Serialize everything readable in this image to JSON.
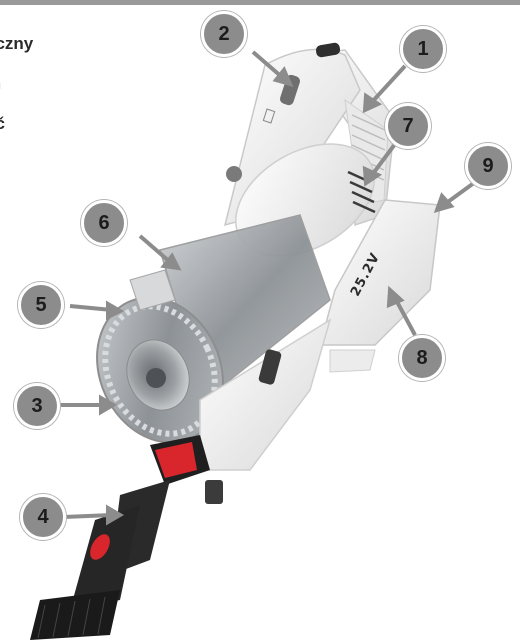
{
  "heading": {
    "line1": "ęczny",
    "line2": "m",
    "line3": "ač"
  },
  "device": {
    "voltage_label": "25.2V"
  },
  "callouts": [
    {
      "number": "1"
    },
    {
      "number": "2"
    },
    {
      "number": "3"
    },
    {
      "number": "4"
    },
    {
      "number": "5"
    },
    {
      "number": "6"
    },
    {
      "number": "7"
    },
    {
      "number": "8"
    },
    {
      "number": "9"
    }
  ],
  "colors": {
    "callout_fill": "#8c8c8c",
    "accent_red": "#d9262c",
    "body_white": "#f2f2f2",
    "dust_cup_gray": "#9fa3a6"
  }
}
